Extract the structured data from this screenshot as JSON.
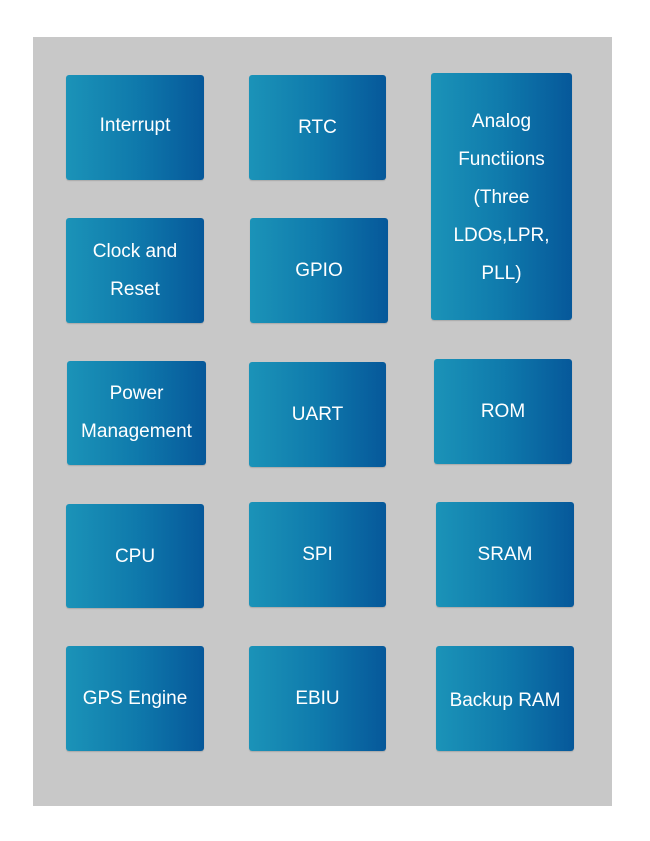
{
  "diagram": {
    "blocks": {
      "interrupt": "Interrupt",
      "rtc": "RTC",
      "analog": "Analog Functiions (Three LDOs,LPR, PLL)",
      "clock_reset": "Clock and Reset",
      "gpio": "GPIO",
      "power_management": "Power Management",
      "uart": "UART",
      "rom": "ROM",
      "cpu": "CPU",
      "spi": "SPI",
      "sram": "SRAM",
      "gps_engine": "GPS Engine",
      "ebiu": "EBIU",
      "backup_ram": "Backup RAM"
    },
    "colors": {
      "panel": "#c8c8c8",
      "block_light": "#1b93b8",
      "block_dark": "#06589a",
      "text": "#ffffff"
    }
  }
}
